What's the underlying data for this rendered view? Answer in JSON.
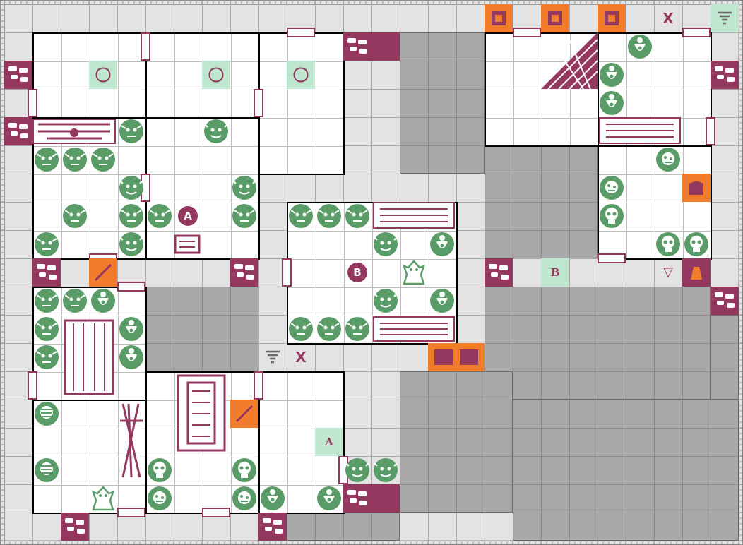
{
  "map": {
    "room_labels": {
      "a": "A",
      "b": "B"
    },
    "marker_labels": {
      "a": "A",
      "b": "B"
    },
    "x_mark": "X",
    "triangle_mark": "▽"
  },
  "colors": {
    "corridor": "#e3e3e3",
    "room_floor": "#ffffff",
    "solid_rock": "#a8a8a8",
    "furniture": "#94385f",
    "monster": "#5a9c68",
    "trap": "#f07c2c",
    "marker_tile": "#bfe6cf"
  },
  "tokens": {
    "orc": "orc-icon",
    "goblin": "goblin-icon",
    "skeleton": "skeleton-icon",
    "mummy": "mummy-icon",
    "zombie": "zombie-icon",
    "fimir": "fimir-icon",
    "chaos_warrior": "chaos-warrior-icon",
    "gargoyle": "gargoyle-icon",
    "tornado": "tornado-icon",
    "treasure_chest": "treasure-chest-icon",
    "pit_trap": "pit-trap-icon",
    "spear_trap": "spear-trap-icon",
    "secret_door": "secret-door-icon",
    "falling_block": "falling-block-icon"
  }
}
